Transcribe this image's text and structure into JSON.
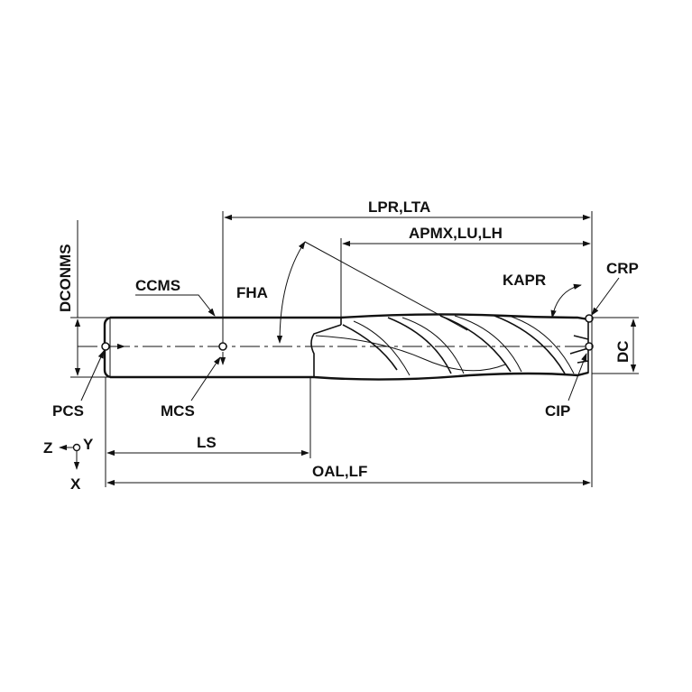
{
  "labels": {
    "lpr_lta": "LPR,LTA",
    "apmx_lu_lh": "APMX,LU,LH",
    "dconms": "DCONMS",
    "ccms": "CCMS",
    "fha": "FHA",
    "kapr": "KAPR",
    "crp": "CRP",
    "dc": "DC",
    "pcs": "PCS",
    "mcs": "MCS",
    "cip": "CIP",
    "ls": "LS",
    "oal_lf": "OAL,LF",
    "axis_z": "Z",
    "axis_y": "Y",
    "axis_x": "X"
  },
  "colors": {
    "ink": "#111111",
    "background": "#ffffff"
  }
}
